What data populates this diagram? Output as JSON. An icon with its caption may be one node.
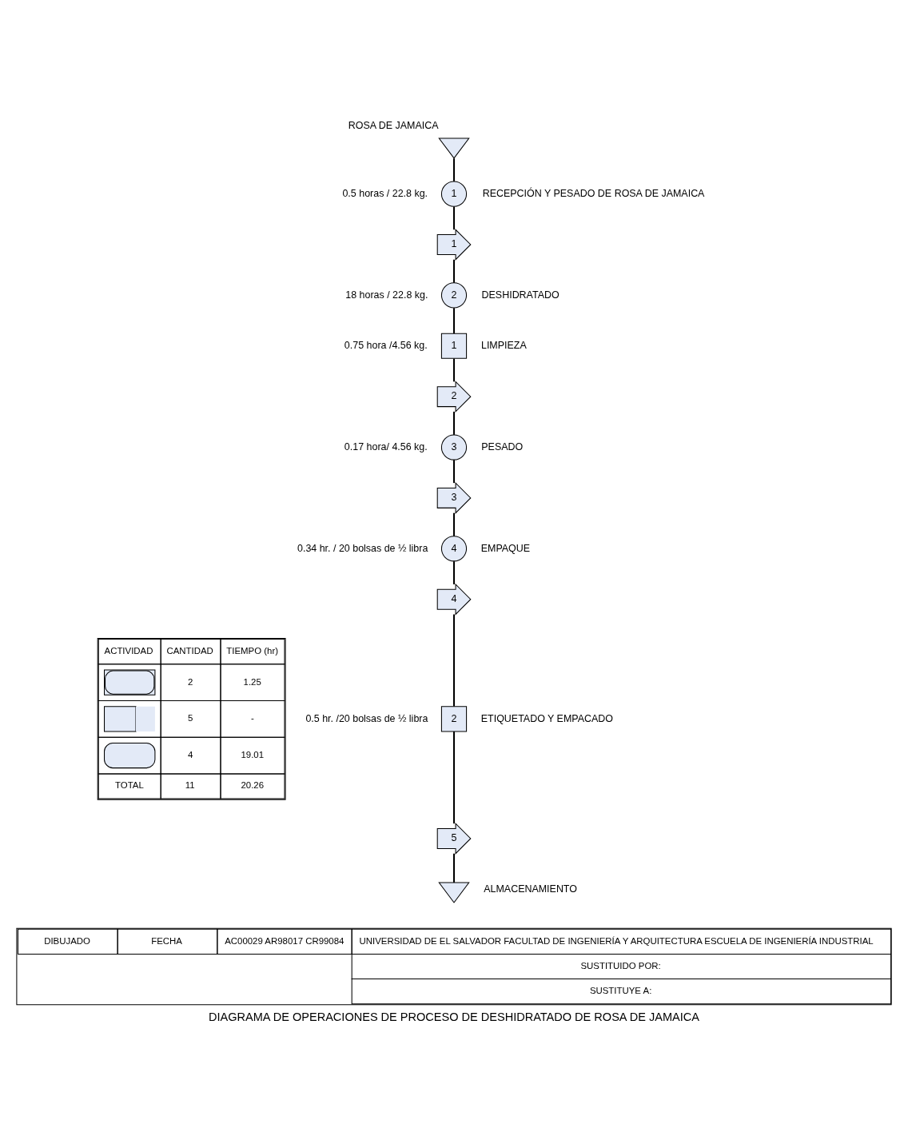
{
  "diagram": {
    "title": "DIAGRAMA DE OPERACIONES DE PROCESO DE DESHIDRATADO DE ROSA DE JAMAICA",
    "nodes": [
      {
        "text": [
          "ROSA DE JAMAICA"
        ]
      },
      {
        "text": [
          "1"
        ],
        "beside": [
          "0.5 horas / 22.8 kg.",
          "RECEPCIÓN Y PESADO DE ROSA DE JAMAICA"
        ]
      },
      {
        "text": [
          "1"
        ]
      },
      {
        "text": [
          "2"
        ],
        "beside": [
          "18 horas / 22.8 kg.",
          "DESHIDRATADO"
        ]
      },
      {
        "text": [
          "1"
        ],
        "beside": [
          "0.75 hora /4.56 kg.",
          "LIMPIEZA"
        ]
      },
      {
        "text": [
          "2"
        ]
      },
      {
        "text": [
          "3"
        ],
        "beside": [
          "0.17 hora/ 4.56 kg.",
          "PESADO"
        ]
      },
      {
        "text": [
          "3"
        ]
      },
      {
        "text": [
          "4"
        ],
        "beside": [
          "0.34 hr. / 20 bolsas de ½ libra",
          "EMPAQUE"
        ]
      },
      {
        "text": [
          "4"
        ]
      },
      {
        "text": [
          "2"
        ],
        "beside": [
          "0.5 hr. /20 bolsas de ½ libra",
          "ETIQUETADO Y EMPACADO"
        ]
      },
      {
        "text": [
          "5"
        ]
      },
      {
        "text": [],
        "shape": "triangle",
        "beside": [
          "ALMACENAMIENTO"
        ]
      }
    ],
    "edges": [
      {
        "from": 0,
        "to": 1,
        "arrow": "none"
      },
      {
        "from": 1,
        "to": 2,
        "arrow": "none"
      },
      {
        "from": 2,
        "to": 3,
        "arrow": "none"
      },
      {
        "from": 3,
        "to": 4,
        "arrow": "none"
      },
      {
        "from": 4,
        "to": 5,
        "arrow": "none"
      },
      {
        "from": 5,
        "to": 6,
        "arrow": "none"
      },
      {
        "from": 6,
        "to": 7,
        "arrow": "none"
      },
      {
        "from": 7,
        "to": 8,
        "arrow": "none"
      },
      {
        "from": 8,
        "to": 9,
        "arrow": "none"
      },
      {
        "from": 9,
        "to": 10,
        "arrow": "none"
      },
      {
        "from": 10,
        "to": 11,
        "arrow": "none"
      },
      {
        "from": 11,
        "to": 12,
        "arrow": "none"
      }
    ],
    "labels": [
      "ACTIVIDAD",
      "CANTIDAD",
      "TIEMPO (hr)",
      "2",
      "1.25",
      "5",
      "-",
      "4",
      "19.01",
      "TOTAL",
      "11",
      "20.26",
      "DIBUJADO",
      "FECHA",
      "AC00029 AR98017 CR99084",
      "UNIVERSIDAD DE EL SALVADOR FACULTAD DE INGENIERÍA Y ARQUITECTURA ESCUELA DE INGENIERÍA INDUSTRIAL",
      "SUSTITUIDO POR:",
      "SUSTITUYE A:"
    ]
  }
}
